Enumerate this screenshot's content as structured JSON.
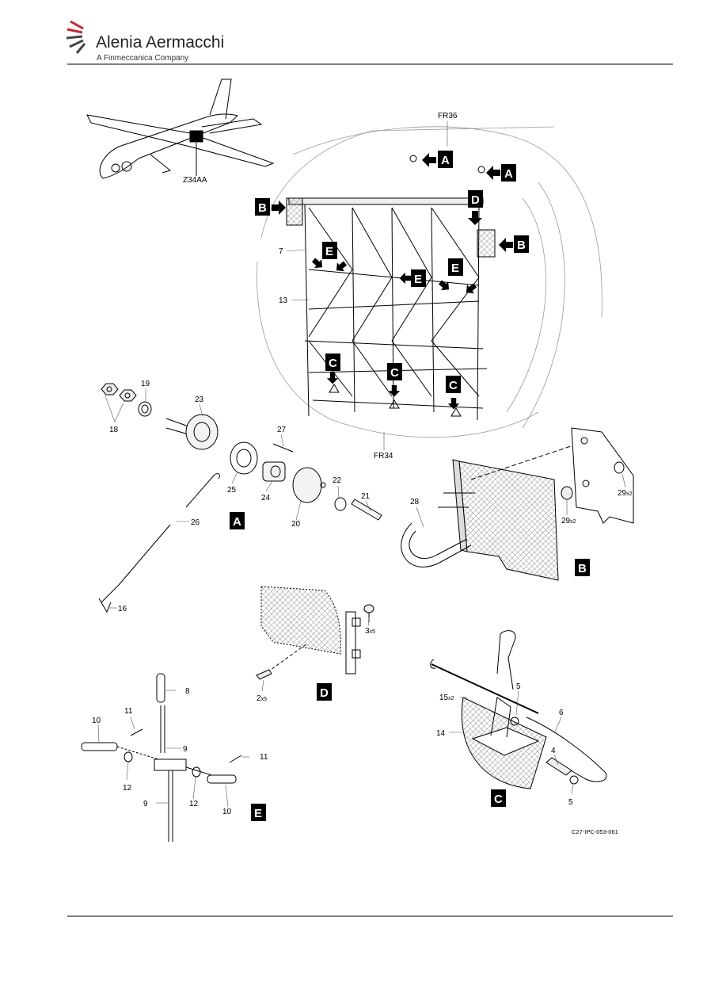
{
  "header": {
    "brand": "Alenia Aermacchi",
    "tagline": "A Finmeccanica Company"
  },
  "figure": {
    "zone": "Z34AA",
    "frame_top": "FR36",
    "frame_bottom": "FR34",
    "figure_id": "C27-IPC-053-061",
    "detail_tags": {
      "a": "A",
      "b": "B",
      "c": "C",
      "d": "D",
      "e": "E"
    },
    "callouts": {
      "n2": "2",
      "n3": "3",
      "n4": "4",
      "n5": "5",
      "n6": "6",
      "n7": "7",
      "n8": "8",
      "n9": "9",
      "n10": "10",
      "n11": "11",
      "n12": "12",
      "n13": "13",
      "n14": "14",
      "n15": "15",
      "n16": "16",
      "n18": "18",
      "n19": "19",
      "n20": "20",
      "n21": "21",
      "n22": "22",
      "n23": "23",
      "n24": "24",
      "n25": "25",
      "n26": "26",
      "n27": "27",
      "n28": "28",
      "n29": "29"
    },
    "qty": {
      "x2": "x2",
      "x5": "x5"
    }
  },
  "colors": {
    "tag_bg": "#000000",
    "tag_fg": "#ffffff",
    "brand_mark": "#c8242b"
  }
}
